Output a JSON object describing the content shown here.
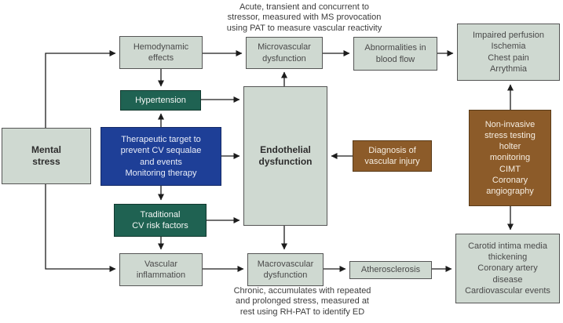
{
  "diagram": {
    "title": "Mental stress and endothelial dysfunction pathway diagram",
    "captions": {
      "top": "Acute, transient and concurrent to\nstressor, measured with MS provocation\nusing PAT to measure vascular reactivity",
      "bottom": "Chronic, accumulates with repeated\nand prolonged stress, measured at\nrest using RH-PAT to identify ED"
    },
    "nodes": {
      "mental_stress": {
        "label": "Mental\nstress",
        "style": "light-bold"
      },
      "hemodynamic_effects": {
        "label": "Hemodynamic\neffects",
        "style": "light"
      },
      "microvascular_dysfunction": {
        "label": "Microvascular\ndysfunction",
        "style": "light"
      },
      "abnormalities_blood_flow": {
        "label": "Abnormalities in\nblood flow",
        "style": "light"
      },
      "impaired_perfusion": {
        "label": "Impaired perfusion\nIschemia\nChest pain\nArrythmia",
        "style": "light"
      },
      "hypertension": {
        "label": "Hypertension",
        "style": "green"
      },
      "therapeutic_target": {
        "label": "Therapeutic target to\nprevent CV sequalae\nand events\nMonitoring therapy",
        "style": "blue"
      },
      "endothelial_dysfunction": {
        "label": "Endothelial\ndysfunction",
        "style": "light-bold"
      },
      "diagnosis_vascular_injury": {
        "label": "Diagnosis of\nvascular injury",
        "style": "brown"
      },
      "noninvasive_testing": {
        "label": "Non-invasive\nstress testing\nholter\nmonitoring\nCIMT\nCoronary\nangiography",
        "style": "brown"
      },
      "carotid_outcomes": {
        "label": "Carotid intima media\nthickening\nCoronary artery\ndisease\nCardiovascular events",
        "style": "light"
      },
      "traditional_cv_risk": {
        "label": "Traditional\nCV risk factors",
        "style": "green"
      },
      "vascular_inflammation": {
        "label": "Vascular\ninflammation",
        "style": "light"
      },
      "macrovascular_dysfunction": {
        "label": "Macrovascular\ndysfunction",
        "style": "light"
      },
      "atherosclerosis": {
        "label": "Atherosclerosis",
        "style": "light"
      }
    },
    "colors": {
      "box_light_fill": "#cfd9d1",
      "green_fill": "#1f6252",
      "blue_fill": "#1e3f97",
      "brown_fill": "#8c5b29",
      "border_dark": "#555555",
      "arrow": "#1c1c1c",
      "text_dark": "#4a4a4a",
      "text_light": "#ffffff",
      "background": "#ffffff"
    }
  }
}
